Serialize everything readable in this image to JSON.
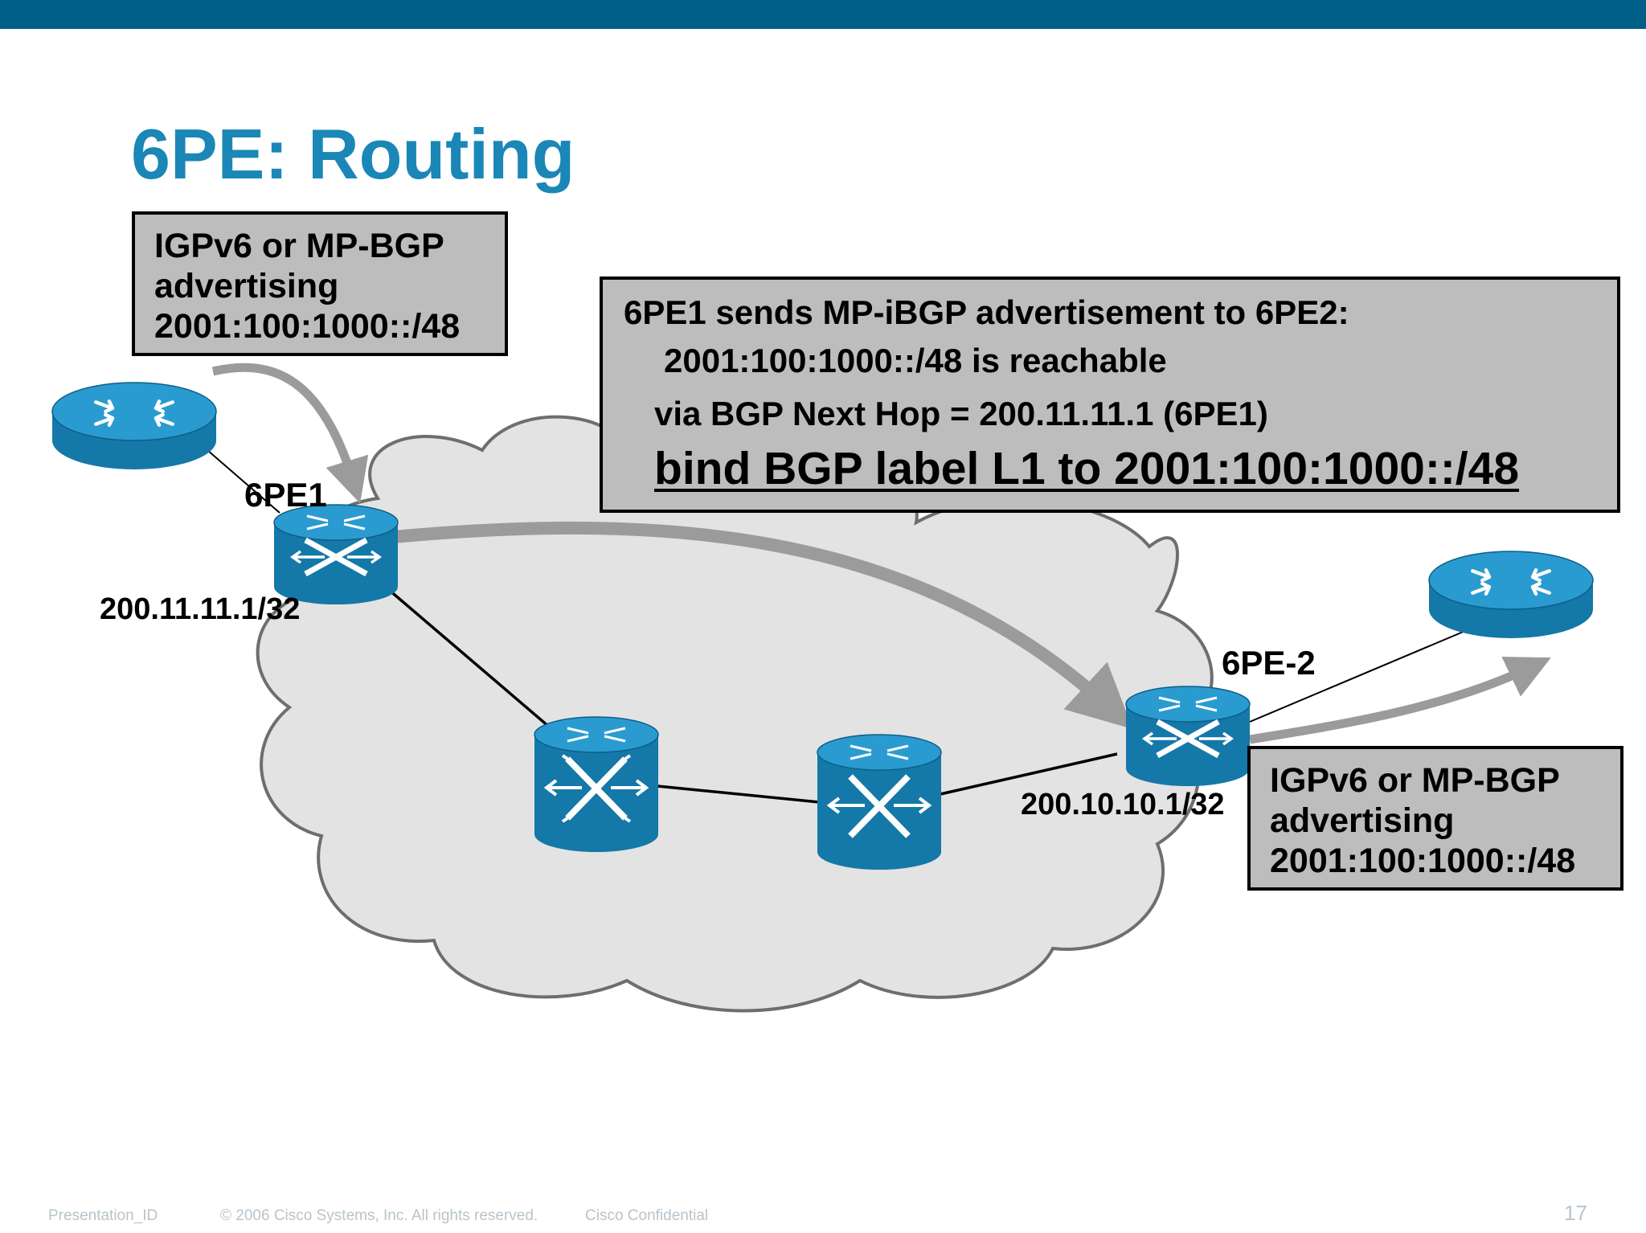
{
  "title": "6PE: Routing",
  "colors": {
    "top_bar": "#005f87",
    "title": "#1a87b6",
    "device_blue": "#1478a8",
    "callout_fill": "#bdbdbd",
    "cloud_fill": "#e3e3e3",
    "cloud_stroke": "#6e6e6e",
    "arrow": "#9b9b9b"
  },
  "callouts": {
    "left": {
      "lines": [
        "IGPv6 or MP-BGP",
        "advertising",
        "2001:100:1000::/48"
      ]
    },
    "right": {
      "lines": [
        "IGPv6 or MP-BGP",
        "advertising",
        "2001:100:1000::/48"
      ]
    },
    "main": {
      "line1": "6PE1 sends MP-iBGP advertisement to 6PE2:",
      "line2": "2001:100:1000::/48 is reachable",
      "line3": "via BGP Next Hop = 200.11.11.1 (6PE1)",
      "line4": "bind BGP label L1 to 2001:100:1000::/48"
    }
  },
  "labels": {
    "pe1_name": "6PE1",
    "pe1_addr": "200.11.11.1/32",
    "pe2_name": "6PE-2",
    "pe2_addr": "200.10.10.1/32"
  },
  "devices": {
    "left_router": "router-icon",
    "right_router": "router-icon",
    "pe1": "label-switch-router-icon",
    "pe2": "label-switch-router-icon",
    "core1": "atm-switch-icon",
    "core2": "atm-switch-icon"
  },
  "footer": {
    "presentation_id": "Presentation_ID",
    "copyright": "© 2006 Cisco Systems, Inc. All rights reserved.",
    "confidential": "Cisco Confidential",
    "page_number": "17"
  }
}
